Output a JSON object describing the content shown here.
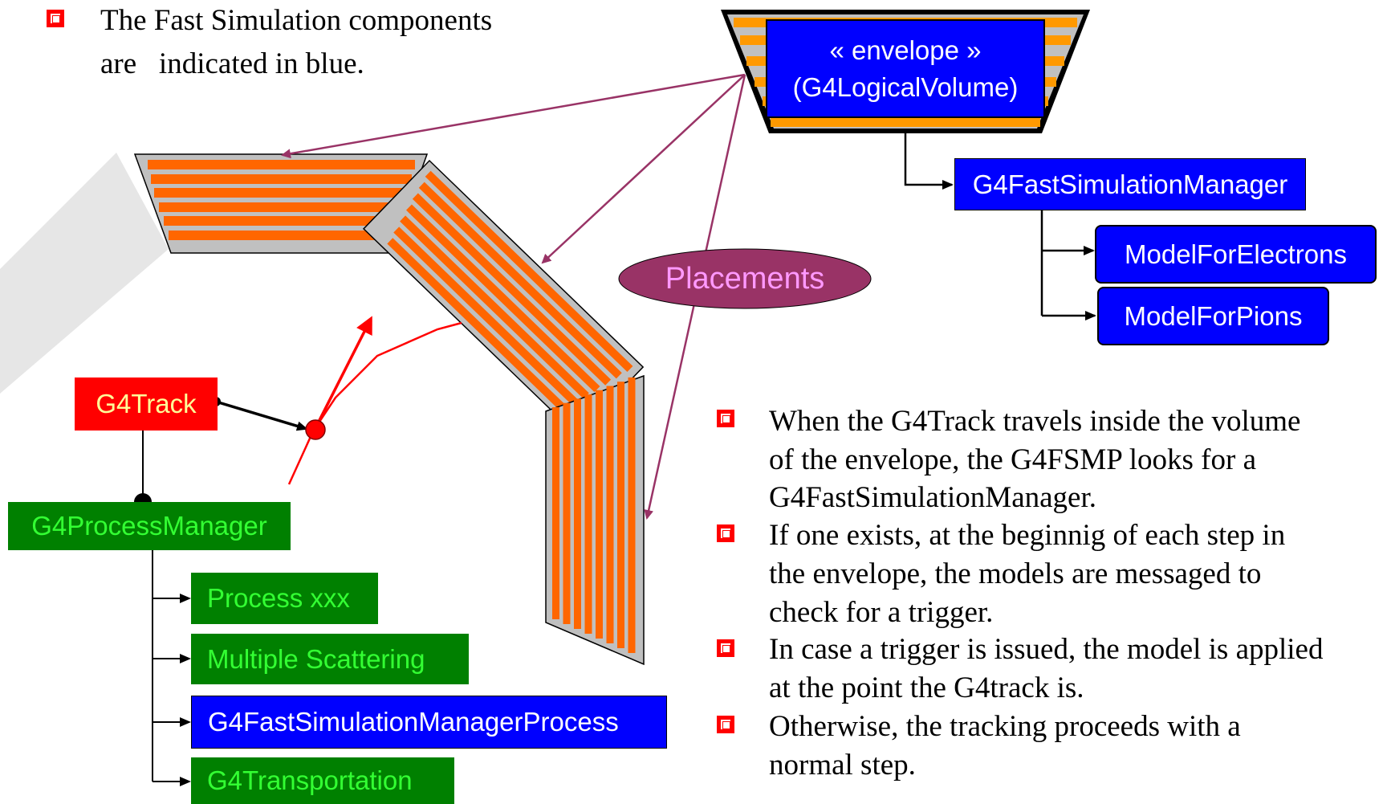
{
  "intro": {
    "line1": "The Fast Simulation components",
    "line2": "are   indicated in blue."
  },
  "envelope": {
    "line1": "« envelope »",
    "line2": "(G4LogicalVolume)"
  },
  "fast_sim_manager": "G4FastSimulationManager",
  "models": [
    "ModelForElectrons",
    "ModelForPions"
  ],
  "placements_label": "Placements",
  "track_label": "G4Track",
  "process_manager_label": "G4ProcessManager",
  "processes": [
    {
      "label": "Process xxx",
      "kind": "green"
    },
    {
      "label": "Multiple Scattering",
      "kind": "green"
    },
    {
      "label": "G4FastSimulationManagerProcess",
      "kind": "blue"
    },
    {
      "label": "G4Transportation",
      "kind": "green"
    }
  ],
  "bullets": [
    [
      "When the G4Track travels inside the volume",
      "of the envelope, the G4FSMP looks for a",
      "G4FastSimulationManager."
    ],
    [
      "If one exists, at the beginnig of each step in",
      "the envelope, the models are messaged to",
      "check for a trigger."
    ],
    [
      "In case a trigger is issued, the model is applied",
      "at the point the G4track is."
    ],
    [
      "Otherwise, the tracking proceeds with a",
      "normal step."
    ]
  ],
  "colors": {
    "fast_sim": "#0000ff",
    "process": "#008000",
    "process_text": "#33ff33",
    "track": "#ff0000",
    "placement_ellipse": "#993366",
    "detector_strip": "#ff6600",
    "detector_body": "#c0c0c0",
    "envelope_strip": "#ff9900"
  }
}
